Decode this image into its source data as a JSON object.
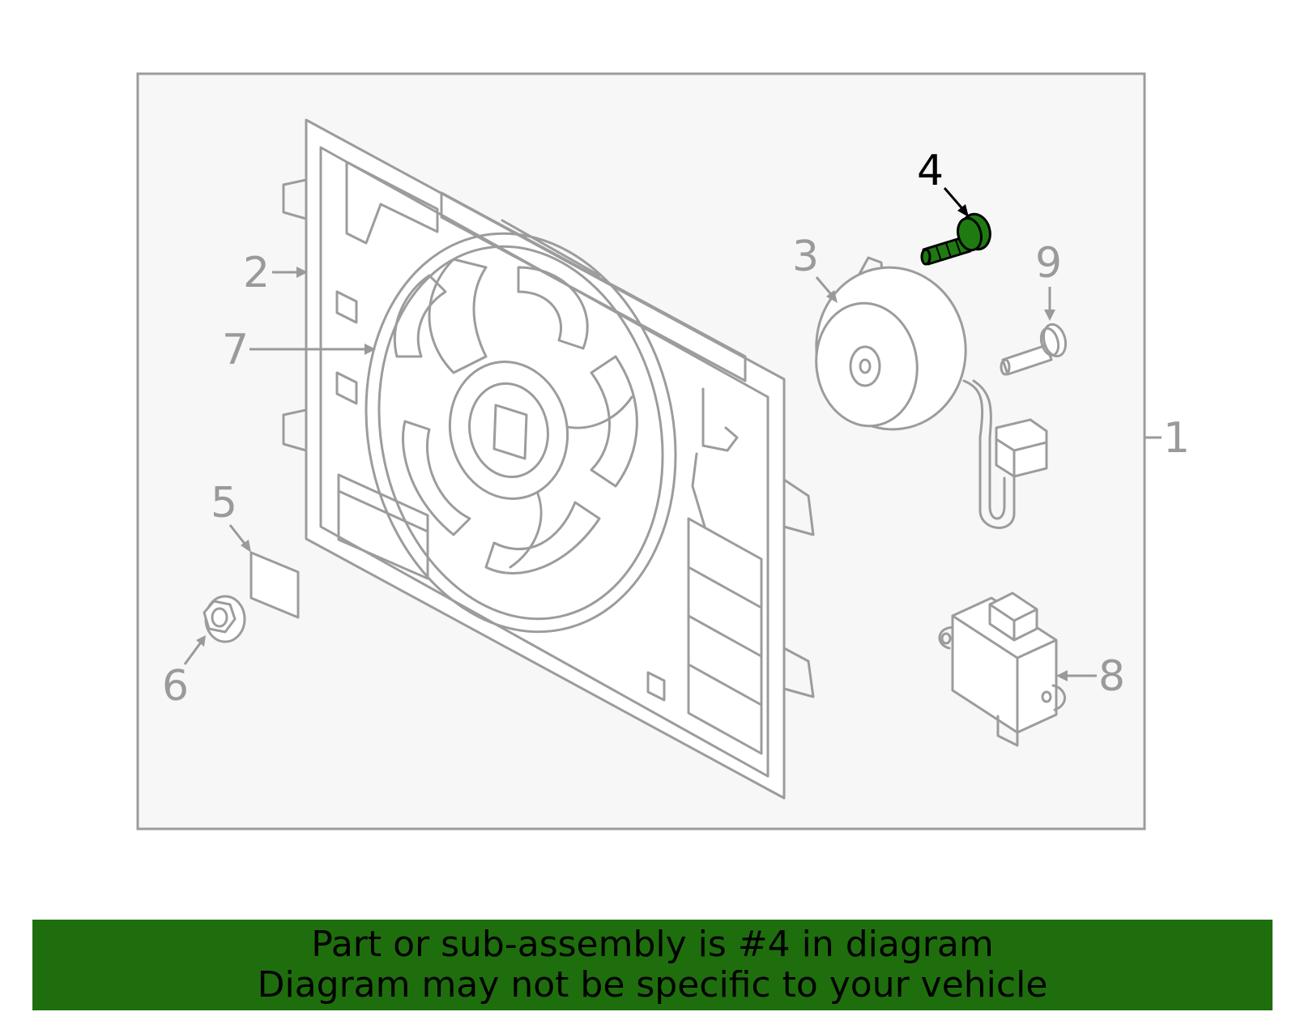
{
  "colors": {
    "panel_bg": "#f7f7f7",
    "panel_border": "#9c9c9c",
    "line_art": "#9c9c9c",
    "highlight_part": "#1f7a12",
    "banner_bg": "#1f6e0d",
    "banner_text": "#000000"
  },
  "callouts": [
    {
      "id": "1",
      "label": "1",
      "highlighted": false
    },
    {
      "id": "2",
      "label": "2",
      "highlighted": false
    },
    {
      "id": "3",
      "label": "3",
      "highlighted": false
    },
    {
      "id": "4",
      "label": "4",
      "highlighted": true
    },
    {
      "id": "5",
      "label": "5",
      "highlighted": false
    },
    {
      "id": "6",
      "label": "6",
      "highlighted": false
    },
    {
      "id": "7",
      "label": "7",
      "highlighted": false
    },
    {
      "id": "8",
      "label": "8",
      "highlighted": false
    },
    {
      "id": "9",
      "label": "9",
      "highlighted": false
    }
  ],
  "banner": {
    "line1": "Part or sub-assembly is #4 in diagram",
    "line2": "Diagram may not be specific to your vehicle"
  }
}
